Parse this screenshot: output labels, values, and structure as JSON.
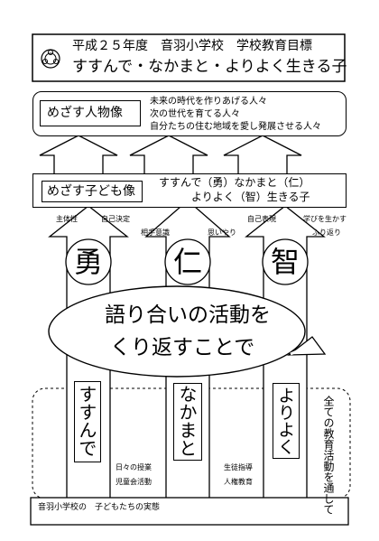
{
  "header": {
    "title": "平成２５年度　音羽小学校　学校教育目標",
    "goal": "すすんで・なかまと・よりよく生きる子"
  },
  "ideal_person": {
    "label": "めざす人物像",
    "lines": [
      "未来の時代を作りあげる人々",
      "次の世代を育てる人々",
      "自分たちの住む地域を愛し発展させる人々"
    ]
  },
  "ideal_child": {
    "label": "めざす子ども像",
    "line1": "すすんで（勇）なかまと（仁）",
    "line2": "よりよく（智）生きる子"
  },
  "pillars": [
    {
      "char": "勇",
      "tag_left": "主体性",
      "tag_right": "自己決定",
      "vertical": "すすんで"
    },
    {
      "char": "仁",
      "tag_left": "相手意識",
      "tag_right": "思いやり",
      "vertical": "なかまと"
    },
    {
      "char": "智",
      "tag_left": "自己表現",
      "tag_right": "学びを生かす",
      "tag_right2": "ふり返り",
      "vertical": "よりよく"
    }
  ],
  "cycle": {
    "line1": "語り合いの活動を",
    "line2": "くり返すことで"
  },
  "activities": {
    "a1": "日々の授業",
    "a2": "児童会活動",
    "b1": "生徒指導",
    "b2": "人権教育"
  },
  "all_activities": "全ての教育活動を通して",
  "footer": "音羽小学校の　子どもたちの実態"
}
